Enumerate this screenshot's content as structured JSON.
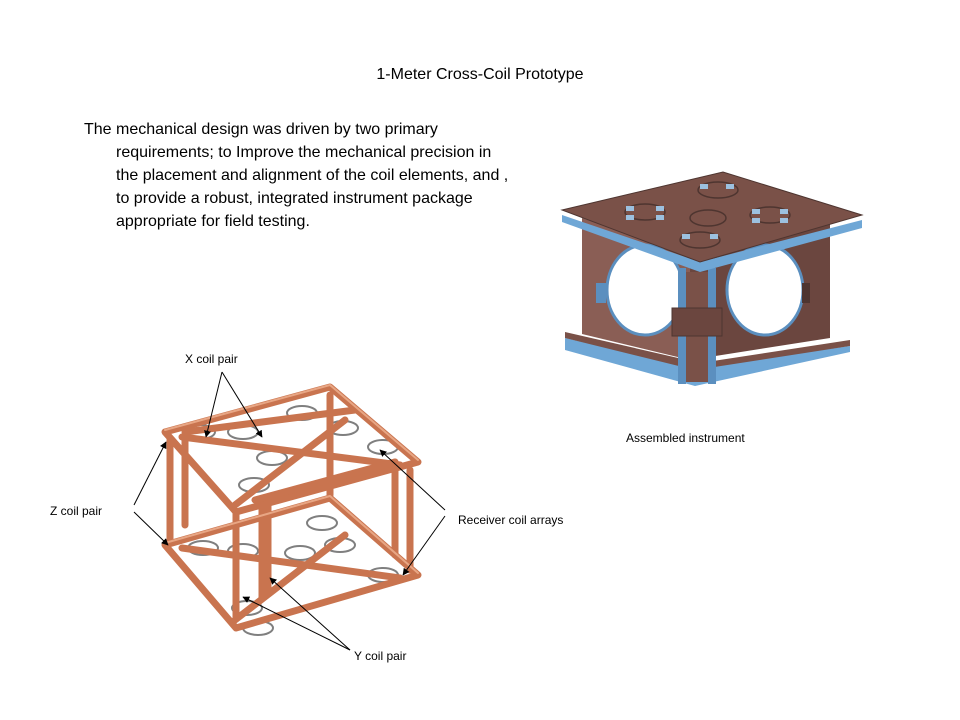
{
  "title": "1-Meter Cross-Coil Prototype",
  "paragraph": "The mechanical design was driven by two primary requirements; to Improve the mechanical precision in the placement and alignment of the coil elements, and , to provide a robust, integrated instrument package appropriate for field testing.",
  "labels": {
    "x_coil": "X coil pair",
    "z_coil": "Z coil pair",
    "receiver": "Receiver coil arrays",
    "y_coil": "Y coil pair",
    "assembled": "Assembled instrument"
  },
  "colors": {
    "copper": "#c9744f",
    "copper_light": "#e8a684",
    "housing": "#7a5148",
    "housing_dark": "#4e3530",
    "plate_edge": "#6fa7d6",
    "loop_gray": "#7f7f7f"
  }
}
